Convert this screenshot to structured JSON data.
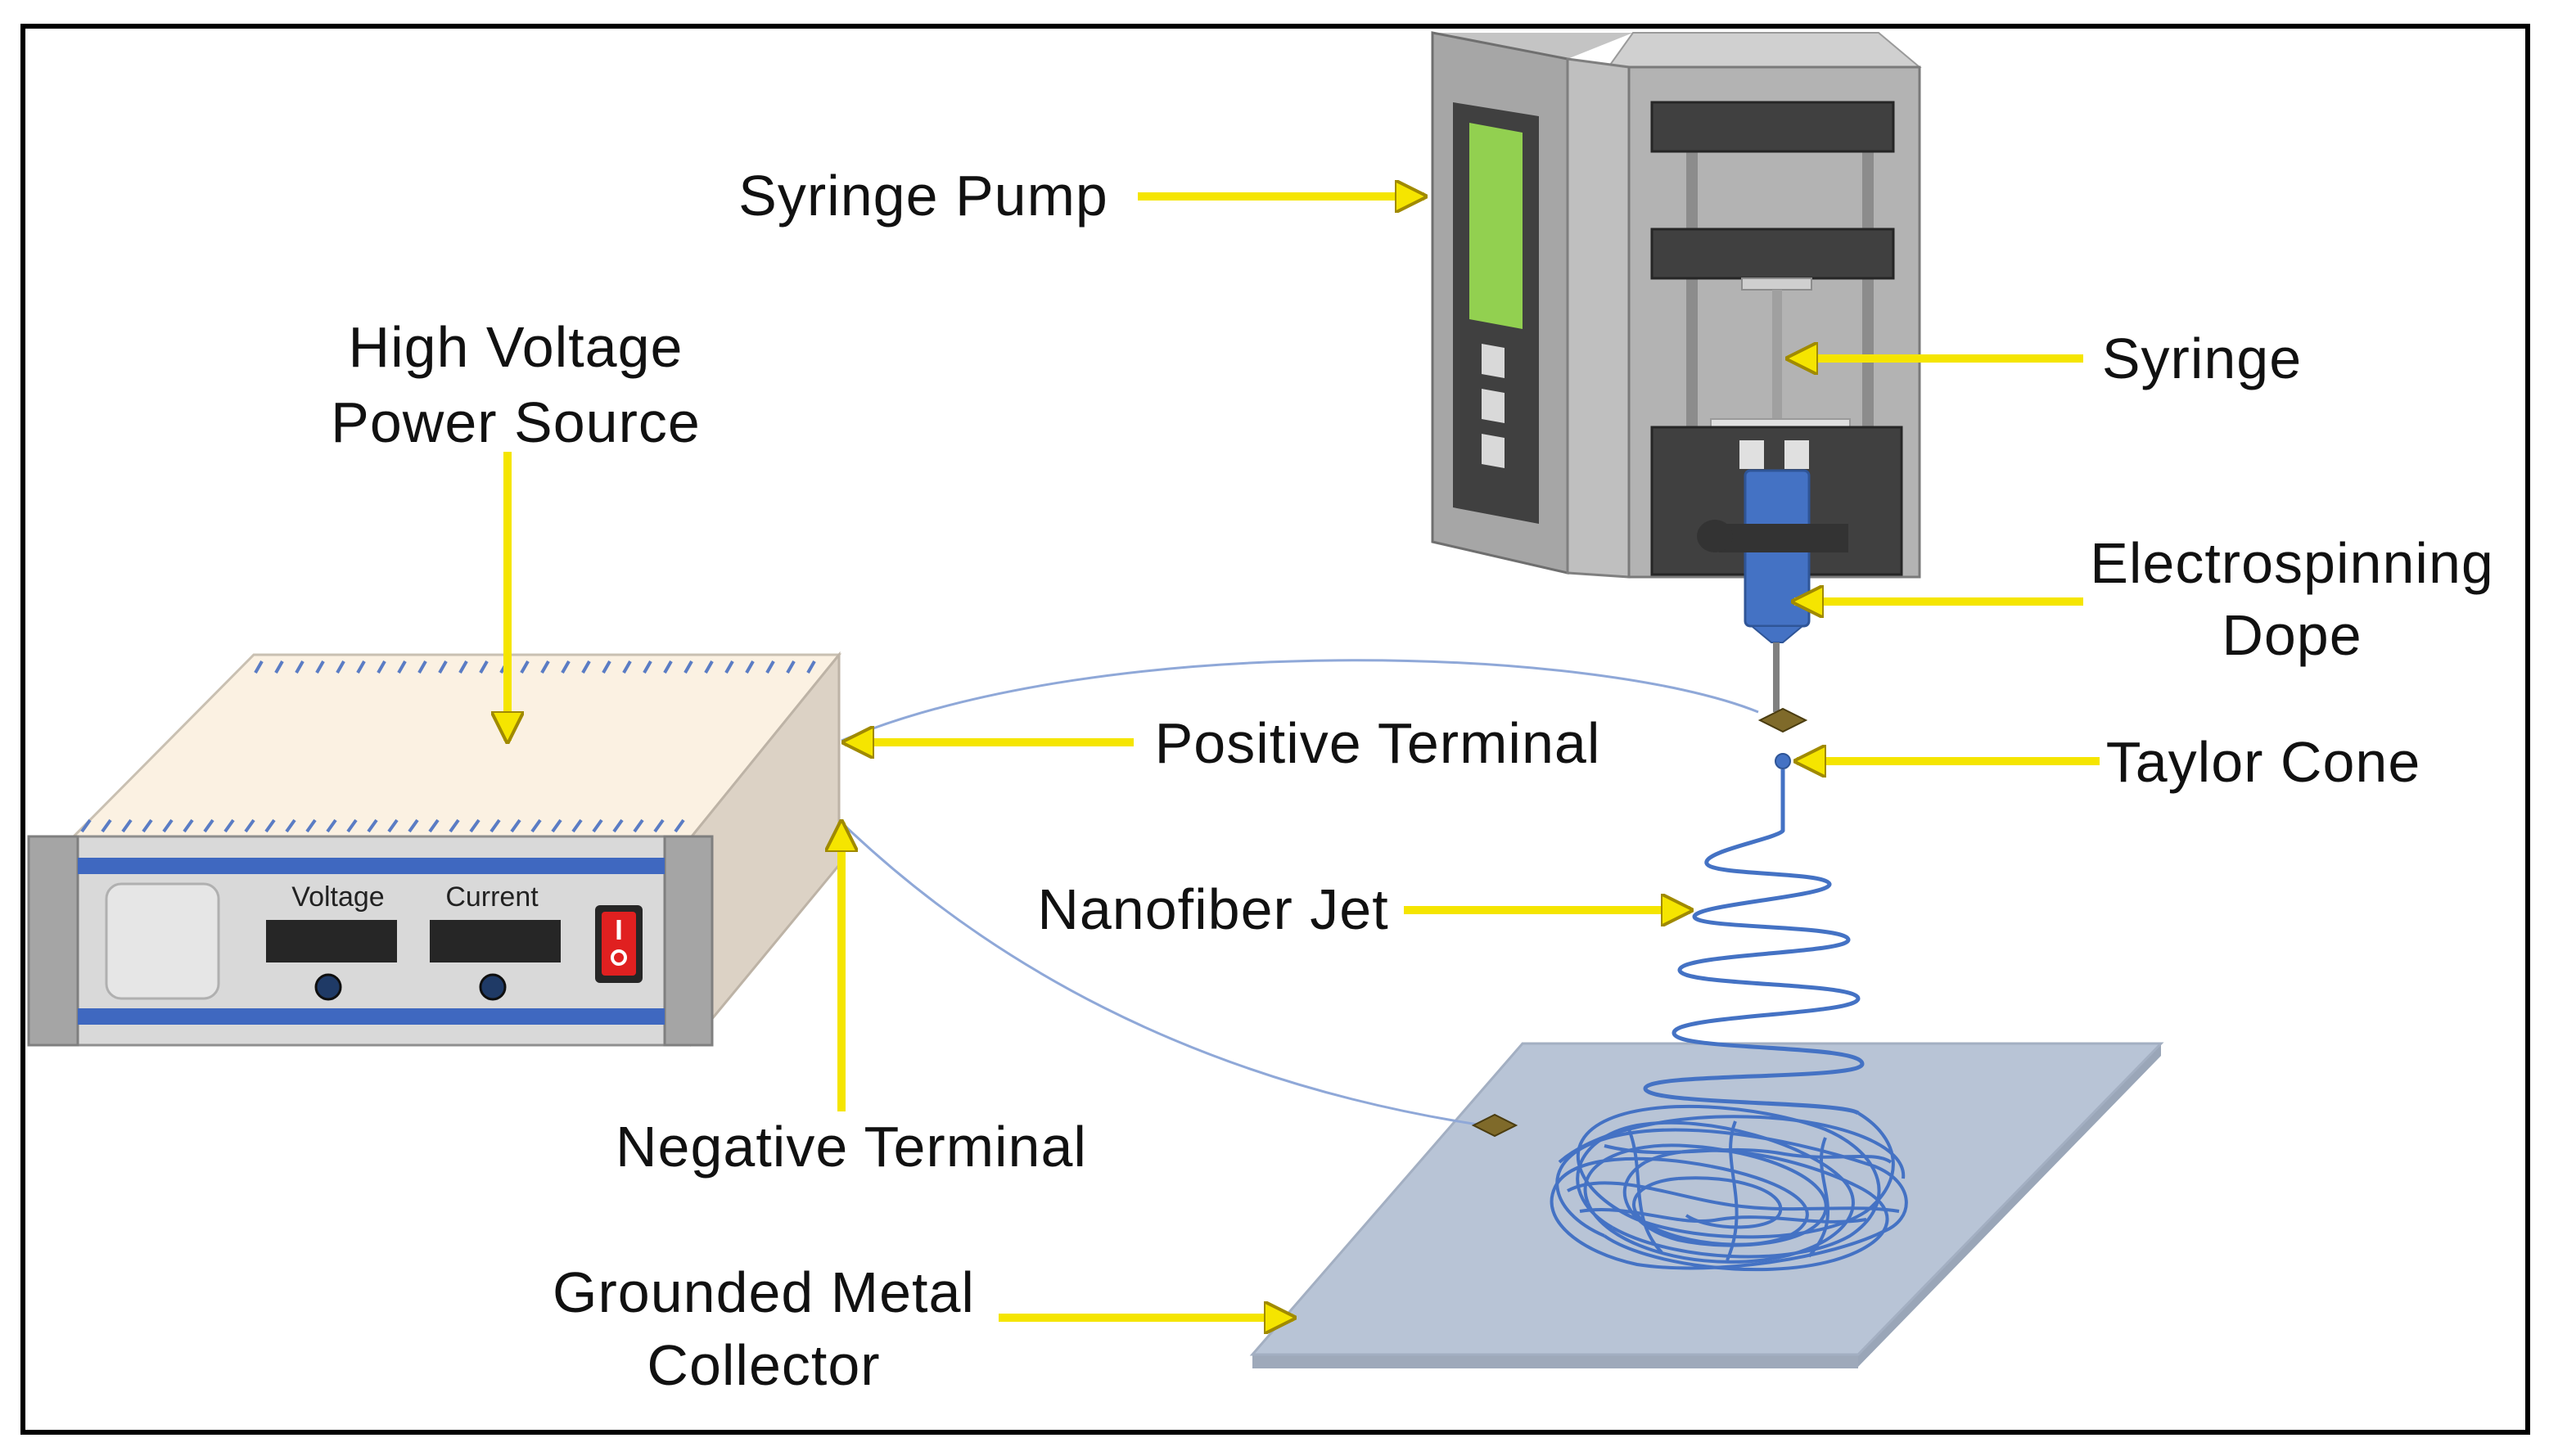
{
  "labels": {
    "syringe_pump": "Syringe Pump",
    "syringe": "Syringe",
    "high_voltage_line1": "High Voltage",
    "high_voltage_line2": "Power Source",
    "electrospinning_line1": "Electrospinning",
    "electrospinning_line2": "Dope",
    "positive_terminal": "Positive Terminal",
    "taylor_cone": "Taylor Cone",
    "nanofiber_jet": "Nanofiber Jet",
    "negative_terminal": "Negative Terminal",
    "collector_line1": "Grounded Metal",
    "collector_line2": "Collector"
  },
  "power_source": {
    "voltage_label": "Voltage",
    "current_label": "Current"
  },
  "colors": {
    "arrow": "#f5e500",
    "arrow_outline": "#a08a00",
    "fiber": "#4472c4",
    "wire": "#8fa8d8",
    "box_top": "#fbf1e2",
    "box_side": "#dcd2c5",
    "pump_body": "#a6a6a6",
    "pump_screen": "#92d050",
    "collector": "#b8c4d6"
  },
  "icons": {
    "power_switch": "power-switch-icon",
    "terminal_clip": "terminal-clip-icon"
  }
}
